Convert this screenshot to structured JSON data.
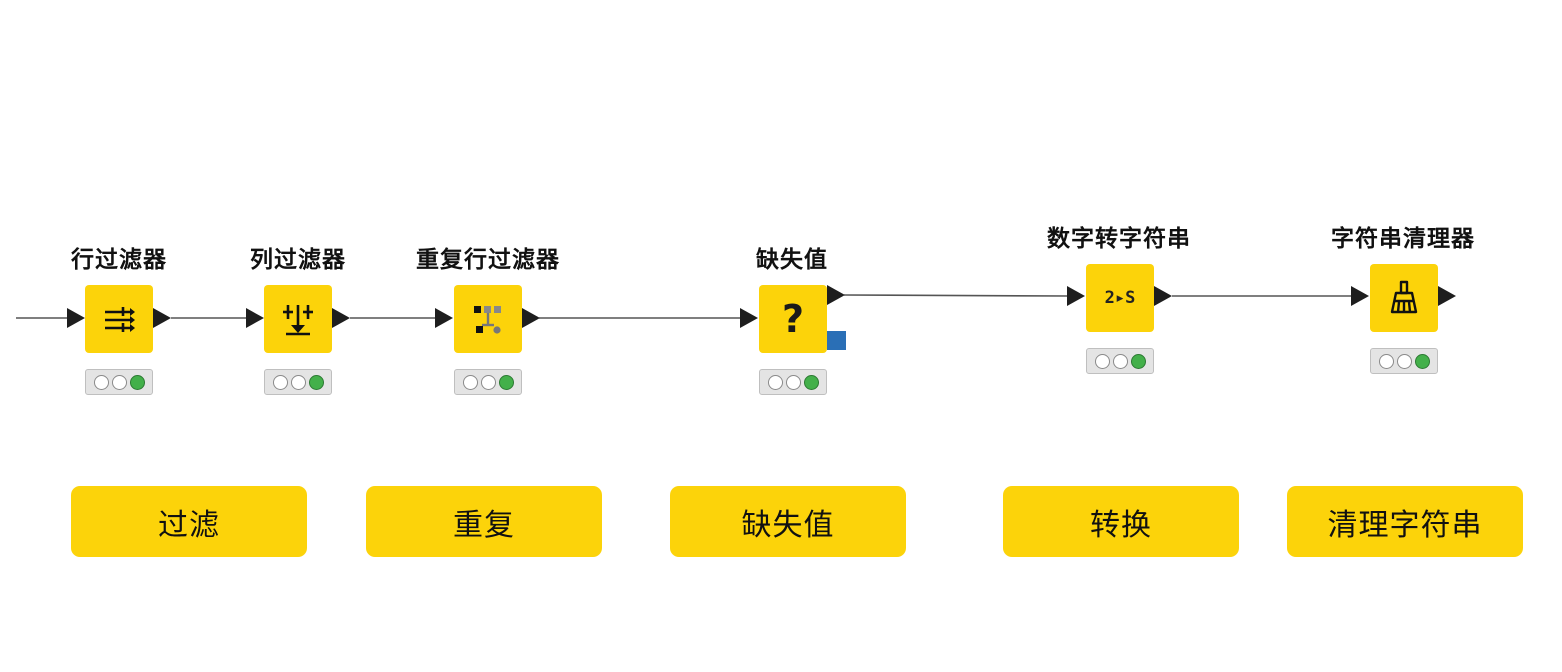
{
  "nodes": [
    {
      "title": "行过滤器",
      "icon": "row-filter-icon",
      "status": [
        "off",
        "off",
        "green"
      ]
    },
    {
      "title": "列过滤器",
      "icon": "column-filter-icon",
      "status": [
        "off",
        "off",
        "green"
      ]
    },
    {
      "title": "重复行过滤器",
      "icon": "duplicate-row-filter-icon",
      "status": [
        "off",
        "off",
        "green"
      ]
    },
    {
      "title": "缺失值",
      "icon": "missing-value-icon",
      "icon_glyph": "?",
      "status": [
        "off",
        "off",
        "green"
      ]
    },
    {
      "title": "数字转字符串",
      "icon": "number-to-string-icon",
      "icon_glyph": "2▸S",
      "status": [
        "off",
        "off",
        "green"
      ]
    },
    {
      "title": "字符串清理器",
      "icon": "string-cleaner-brush-icon",
      "status": [
        "off",
        "off",
        "green"
      ]
    }
  ],
  "categories": [
    "过滤",
    "重复",
    "缺失值",
    "转换",
    "清理字符串"
  ],
  "colors": {
    "node_fill": "#fcd30a",
    "category_fill": "#fcd30a",
    "port": "#1e1e1e",
    "flow_port": "#2a6fb6",
    "status_on": "#43b04a",
    "wire": "#555555"
  }
}
